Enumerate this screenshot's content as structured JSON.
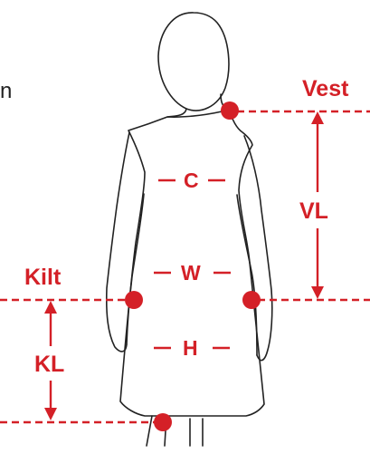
{
  "cropped_text": "n",
  "labels": {
    "vest": "Vest",
    "vl": "VL",
    "kilt": "Kilt",
    "kl": "KL",
    "chest": "C",
    "waist": "W",
    "hip": "H"
  },
  "colors": {
    "accent": "#d42027",
    "outline": "#222222",
    "background": "#ffffff"
  }
}
